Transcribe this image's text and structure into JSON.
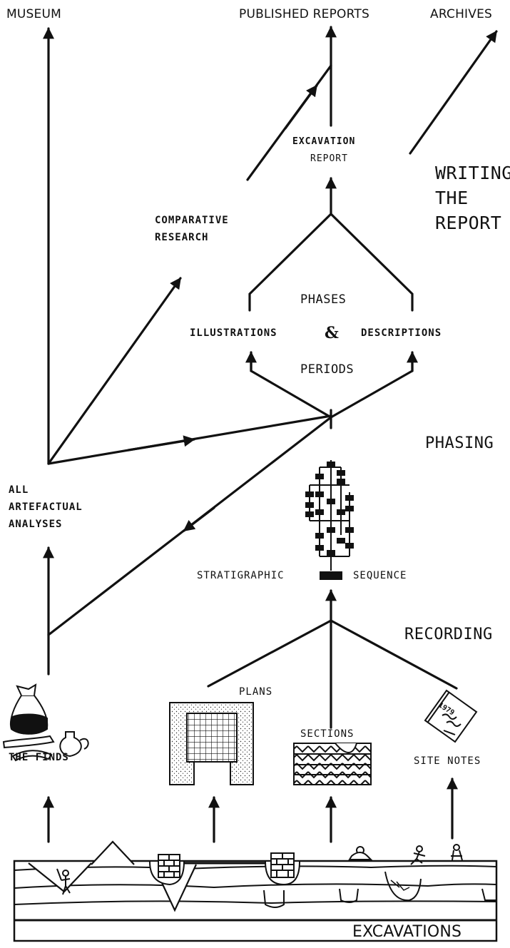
{
  "outputs": {
    "museum": "MUSEUM",
    "published_reports": "PUBLISHED REPORTS",
    "archives": "ARCHIVES"
  },
  "report": {
    "excavation_report_1": "EXCAVATION",
    "excavation_report_2": "REPORT",
    "comparative_research_1": "COMPARATIVE",
    "comparative_research_2": "RESEARCH"
  },
  "stages": {
    "writing_1": "WRITING",
    "writing_2": "THE",
    "writing_3": "REPORT",
    "phasing": "PHASING",
    "recording": "RECORDING"
  },
  "phasing": {
    "phases": "PHASES",
    "illustrations": "ILLUSTRATIONS",
    "ampersand": "&",
    "descriptions": "DESCRIPTIONS",
    "periods": "PERIODS"
  },
  "analysis": {
    "line_1": "ALL",
    "line_2": "ARTEFACTUAL",
    "line_3": "ANALYSES"
  },
  "stratigraphy": {
    "stratigraphic": "STRATIGRAPHIC",
    "sequence": "SEQUENCE"
  },
  "records": {
    "plans": "PLANS",
    "sections": "SECTIONS",
    "site_notes": "SITE NOTES",
    "notebook_date": "1979",
    "finds": "THE FINDS"
  },
  "excavations": "EXCAVATIONS",
  "colors": {
    "ink": "#111111",
    "paper": "#ffffff"
  }
}
